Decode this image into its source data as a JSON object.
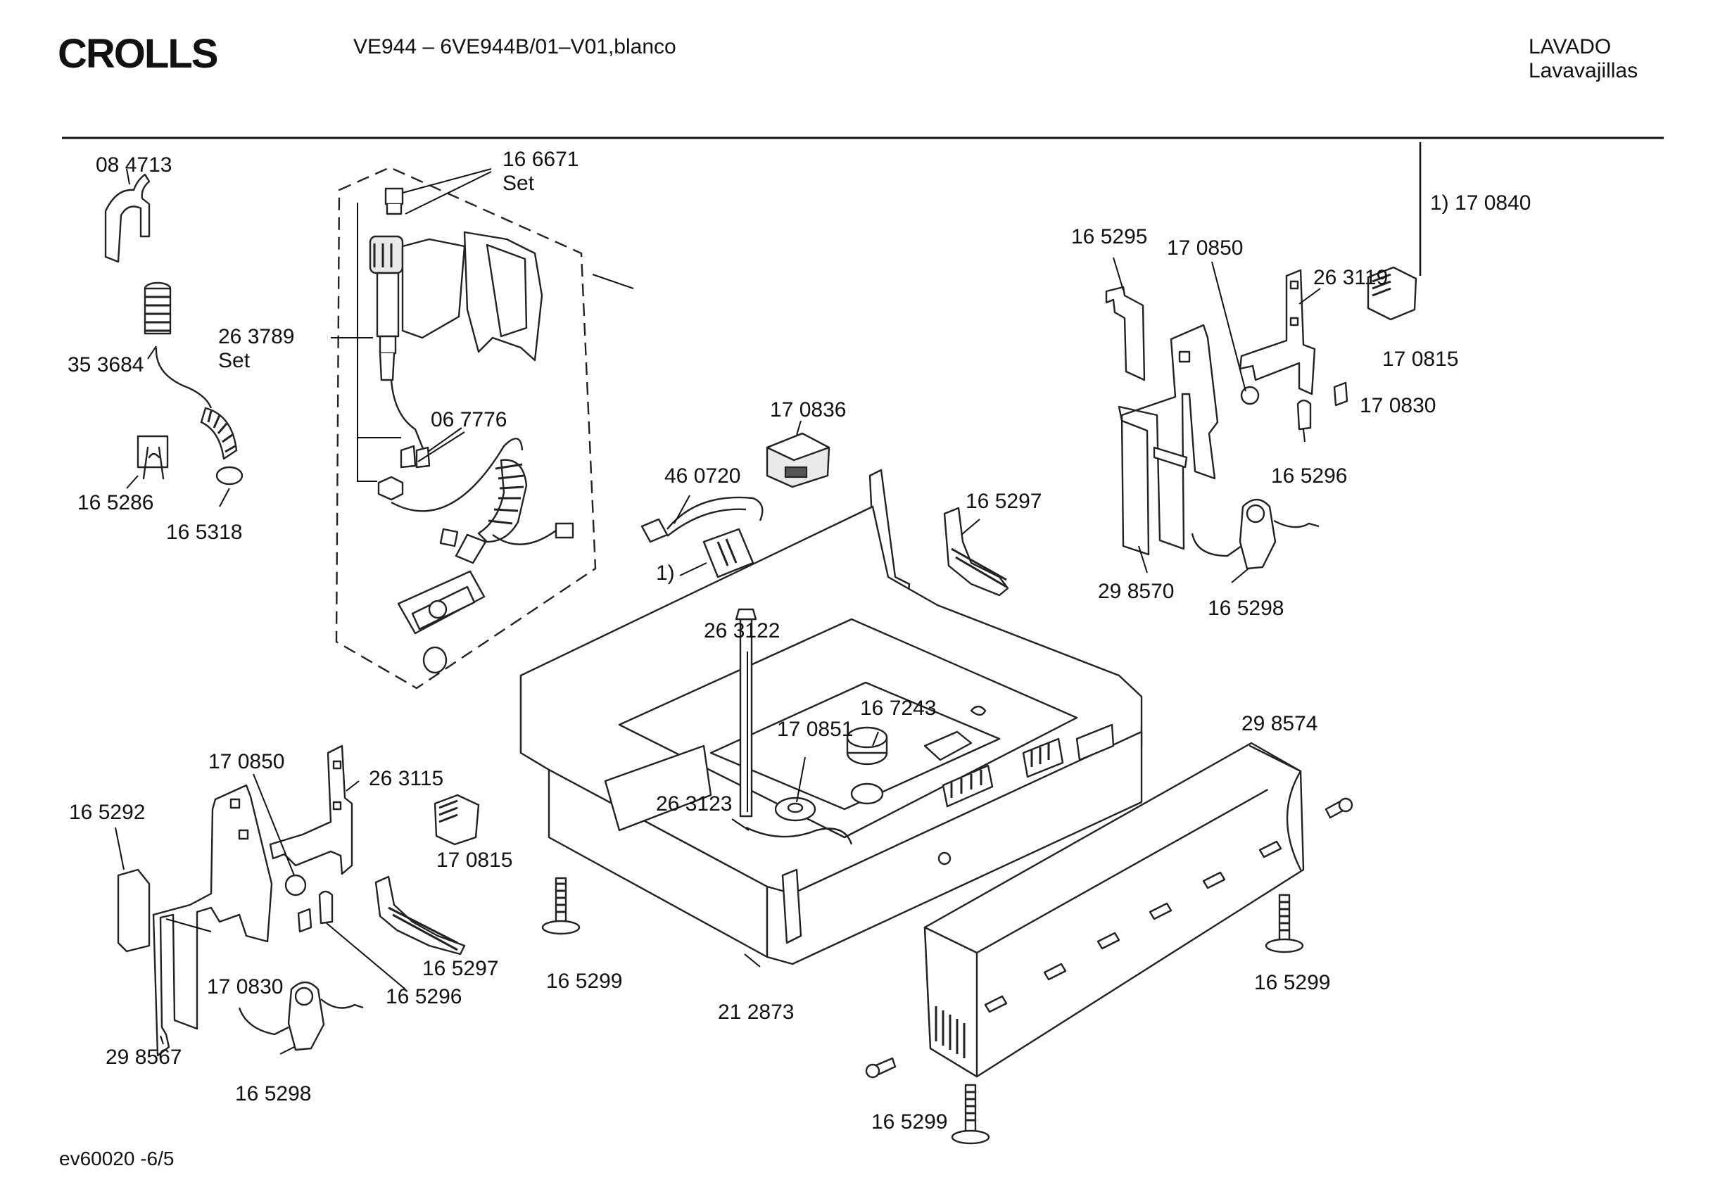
{
  "header": {
    "brand": "CROLLS",
    "model": "VE944 – 6VE944B/01–V01,blanco",
    "section": "LAVADO",
    "subsection": "Lavavajillas",
    "footnote": "1)  17 0840"
  },
  "footer": {
    "drawing_code": "ev60020 -6/5"
  },
  "callouts": {
    "p084713": "08 4713",
    "p353684": "35 3684",
    "p165286": "16 5286",
    "p165318": "16 5318",
    "p166671": "16 6671",
    "p166671_set": "Set",
    "p263789": "26 3789",
    "p263789_set": "Set",
    "p067776": "06 7776",
    "p170836": "17 0836",
    "p460720": "46 0720",
    "p1marker": "1)",
    "p165297_top": "16 5297",
    "p165295": "16 5295",
    "p170850_top": "17 0850",
    "p263119": "26 3119",
    "p170815_top": "17 0815",
    "p170830_top": "17 0830",
    "p165296_top": "16 5296",
    "p298570": "29 8570",
    "p165298_top": "16 5298",
    "p263122": "26 3122",
    "p167243": "16 7243",
    "p170851": "17 0851",
    "p263123": "26 3123",
    "p298574": "29 8574",
    "p170850_bot": "17 0850",
    "p263115": "26 3115",
    "p165292": "16 5292",
    "p170815_bot": "17 0815",
    "p165297_bot": "16 5297",
    "p165296_bot": "16 5296",
    "p170830_bot": "17 0830",
    "p298567": "29 8567",
    "p165298_bot": "16 5298",
    "p165299_mid": "16 5299",
    "p212873": "21 2873",
    "p165299_right": "16 5299",
    "p165299_bottom": "16 5299"
  }
}
